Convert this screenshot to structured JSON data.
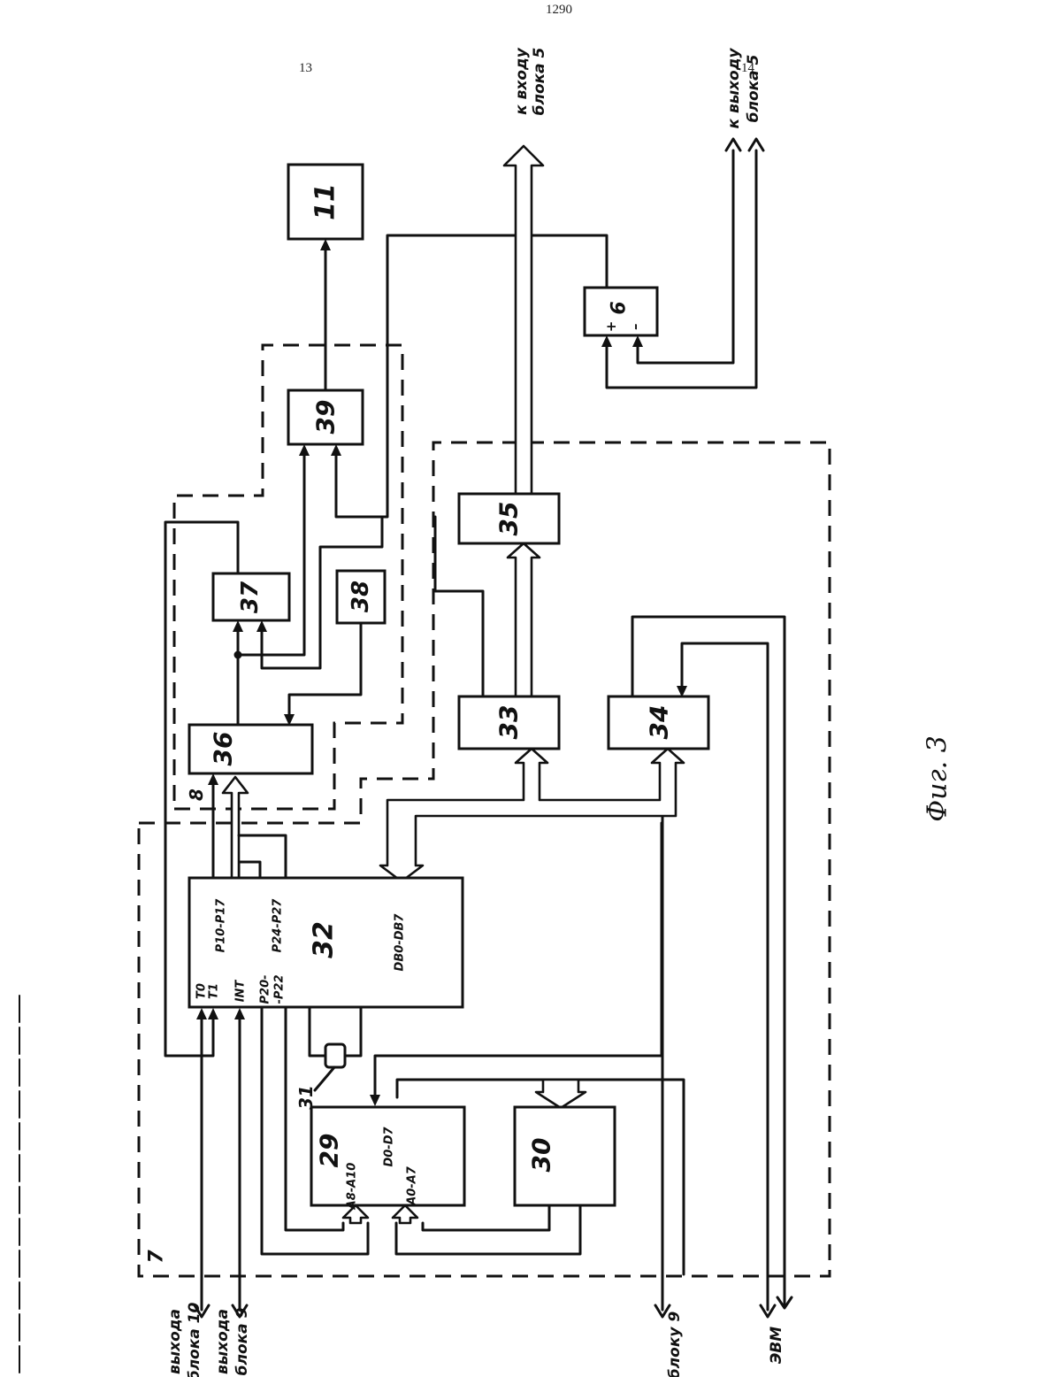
{
  "header": {
    "page_number": "1290",
    "left_column": "13",
    "right_column": "14"
  },
  "figure_caption": "Фиг. 3",
  "blocks": {
    "b6": "6",
    "b11": "11",
    "b29": "29",
    "b30": "30",
    "b31": "31",
    "b32": "32",
    "b33": "33",
    "b34": "34",
    "b35": "35",
    "b36": "36",
    "b37": "37",
    "b38": "38",
    "b39": "39"
  },
  "groups": {
    "g7": "7",
    "g8": "8"
  },
  "pins": {
    "b32_p10_p17": "P10-P17",
    "b32_p24_p27": "P24-P27",
    "b32_db0_db7": "DB0-DB7",
    "b32_p20_p22_line1": "P20-",
    "b32_p20_p22_line2": "-P22",
    "b32_t0": "T0",
    "b32_t1": "T1",
    "b32_int": "INT",
    "b29_a8_a10": "A8-A10",
    "b29_d0_d7": "D0-D7",
    "b29_a0_a7": "A0-A7",
    "b6_plus": "+",
    "b6_minus": "–"
  },
  "signals": {
    "to_block5_line1": "к входу",
    "to_block5_line2": "блока 5",
    "from_block5_line1": "к выходу",
    "from_block5_line2": "блока 5",
    "from_block10_line1": "выхода",
    "from_block10_line2": "блока 10",
    "from_block9_line1": "выхода",
    "from_block9_line2": "блока 9",
    "to_block9": "блоку 9",
    "computer": "ЭВМ"
  }
}
